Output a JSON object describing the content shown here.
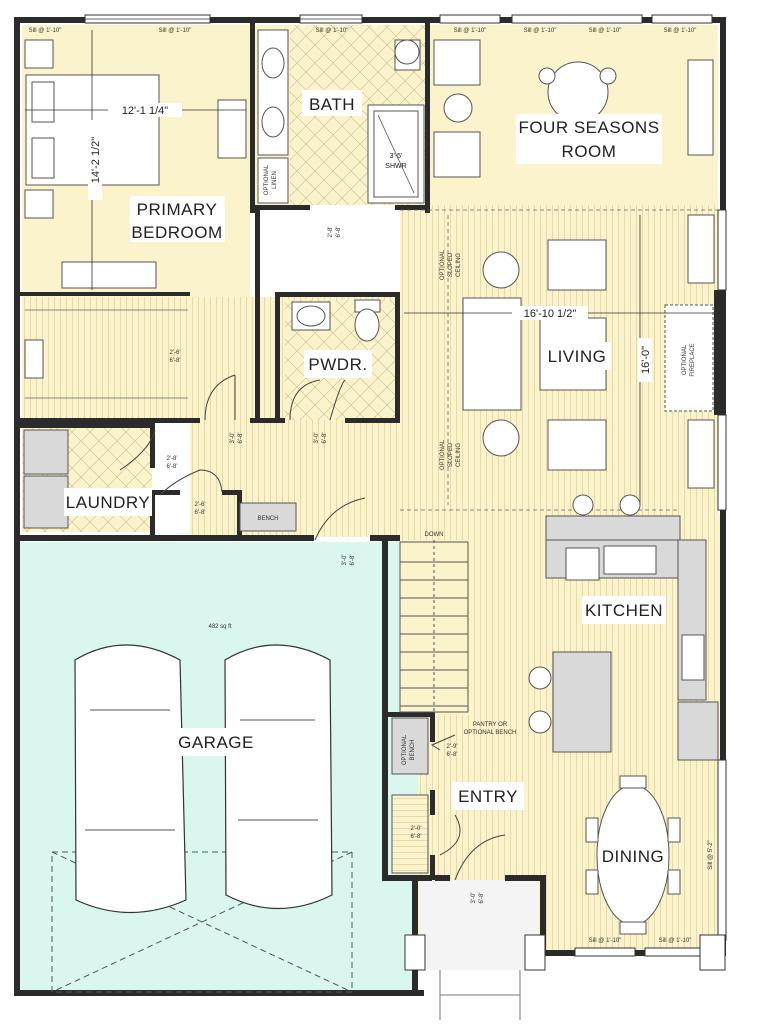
{
  "rooms": {
    "primary_bedroom": [
      "PRIMARY",
      "BEDROOM"
    ],
    "bath": "BATH",
    "four_seasons": [
      "FOUR SEASONS",
      "ROOM"
    ],
    "living": "LIVING",
    "pwdr": "PWDR.",
    "laundry": "LAUNDRY",
    "kitchen": "KITCHEN",
    "garage": "GARAGE",
    "entry": "ENTRY",
    "dining": "DINING"
  },
  "dimensions": {
    "bed_width": "12'-1 1/4\"",
    "bed_length": "14'-2 1/2\"",
    "living_width": "16'-10 1/2\"",
    "living_length": "16'-0\""
  },
  "notes": {
    "shower": [
      "3'-5'",
      "SHWR"
    ],
    "optional_linen": [
      "OPTIONAL",
      "LINEN"
    ],
    "optional_sloped_ceiling": [
      "OPTIONAL",
      "SLOPED",
      "CEILING"
    ],
    "optional_fireplace": [
      "OPTIONAL",
      "FIREPLACE"
    ],
    "bench": "BENCH",
    "down": "DOWN",
    "garage_area": "482 sq ft",
    "pantry": [
      "PANTRY OR",
      "OPTIONAL BENCH"
    ],
    "optional_bench": [
      "OPTIONAL",
      "BENCH"
    ],
    "sill": "Sill @ 1'-10\"",
    "sill_dining": "Sill @ 5'-2\"",
    "door_26": [
      "2'-6'",
      "6'-8'"
    ],
    "door_28": [
      "2'-8'",
      "6'-8'"
    ],
    "door_30": [
      "3'-0'",
      "6'-8'"
    ],
    "door_20": [
      "2'-0'",
      "6'-8'"
    ],
    "door_29": [
      "2'-9'",
      "6'-8'"
    ],
    "door_36": [
      "3'-0'",
      "6'-8'"
    ]
  },
  "colors": {
    "bedroom_fill": "#fbf3cc",
    "garage_fill": "#d9f7ef",
    "wall": "#2b2b2b",
    "stripe": "#e6dba6"
  }
}
